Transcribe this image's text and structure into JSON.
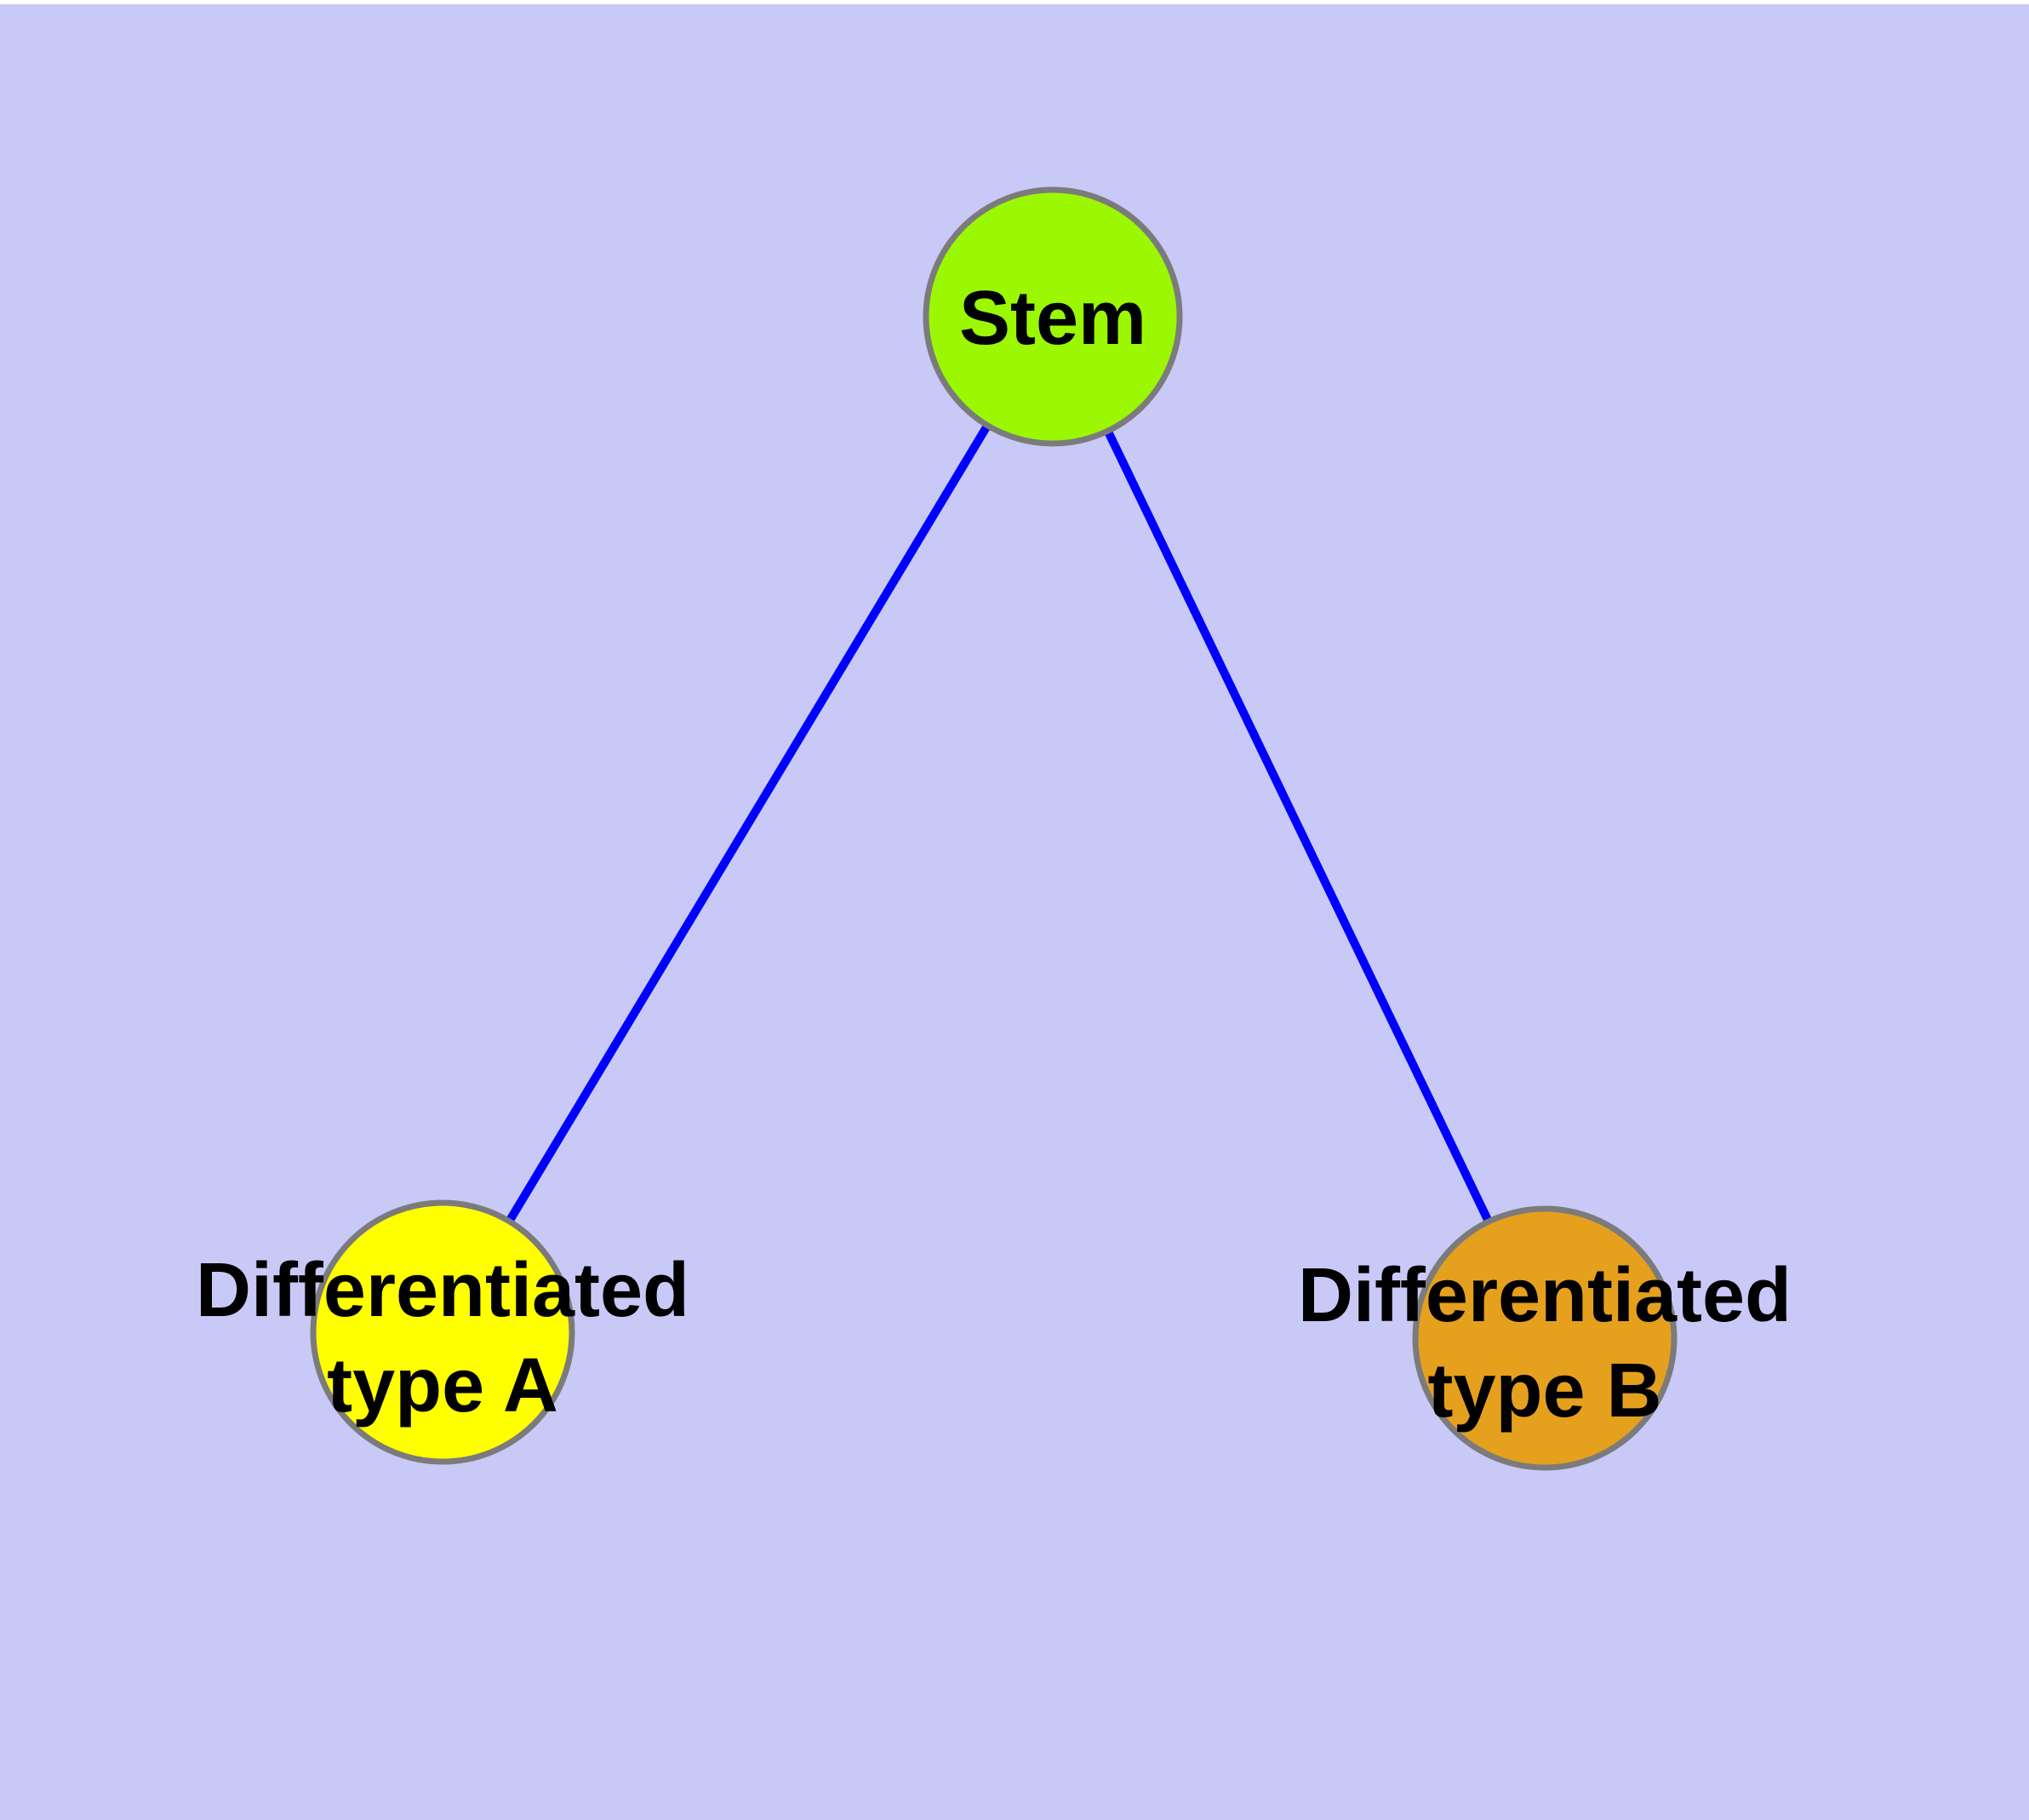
{
  "canvas": {
    "background_color": "#C9C9F7",
    "top_margin_color": "#FFFFFF"
  },
  "diagram": {
    "type": "node-link-graph",
    "edge_color": "#0000FF",
    "node_border_color": "#7B7B7B",
    "label_color": "#000000",
    "nodes": [
      {
        "id": "stem",
        "label": "Stem",
        "line1": "Stem",
        "line2": "",
        "fill_color": "#9BF802"
      },
      {
        "id": "differentiated-type-a",
        "label": "Differentiated type A",
        "line1": "Differentiated",
        "line2": "type A",
        "fill_color": "#FFFF00"
      },
      {
        "id": "differentiated-type-b",
        "label": "Differentiated type B",
        "line1": "Differentiated",
        "line2": "type B",
        "fill_color": "#E5A01E"
      }
    ],
    "edges": [
      {
        "from": "Stem",
        "to": "Differentiated type A"
      },
      {
        "from": "Stem",
        "to": "Differentiated type B"
      }
    ]
  }
}
